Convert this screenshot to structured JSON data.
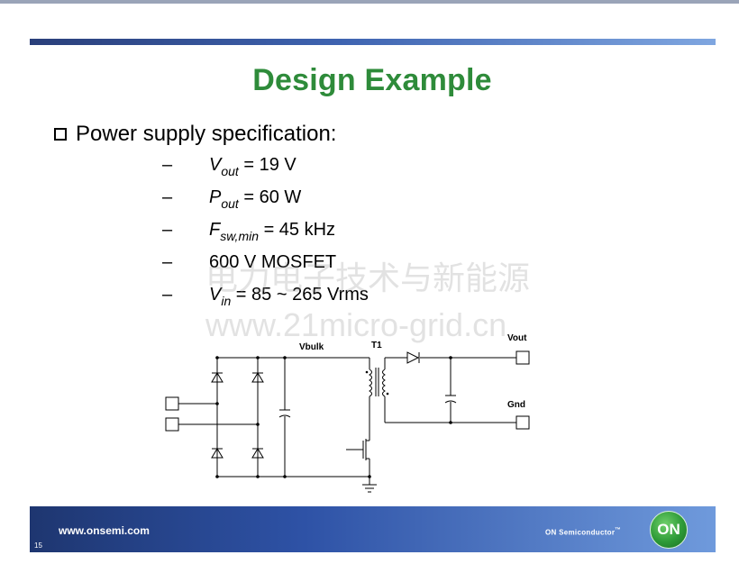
{
  "slide": {
    "title": "Design Example",
    "heading": "Power supply specification:",
    "bullets": [
      {
        "dash": "–",
        "var": "V",
        "sub": "out",
        "rest": " = 19 V"
      },
      {
        "dash": "–",
        "var": "P",
        "sub": "out",
        "rest": " = 60 W"
      },
      {
        "dash": "–",
        "var": "F",
        "sub": "sw,min",
        "rest": " = 45 kHz"
      },
      {
        "dash": "–",
        "var": "",
        "sub": "",
        "rest": "600 V MOSFET"
      },
      {
        "dash": "–",
        "var": "V",
        "sub": "in",
        "rest": " = 85 ~ 265 Vrms"
      }
    ]
  },
  "watermark": {
    "line1": "电力电子技术与新能源",
    "line2": "www.21micro-grid.cn"
  },
  "schematic": {
    "labels": {
      "vbulk": "Vbulk",
      "t1": "T1",
      "vout": "Vout",
      "gnd": "Gnd"
    }
  },
  "footer": {
    "url": "www.onsemi.com",
    "page": "15",
    "brand": "ON Semiconductor",
    "tm": "™",
    "logo": "ON"
  },
  "colors": {
    "title": "#2e8b3a",
    "bar_dark": "#2a3f7a",
    "bar_light": "#7fa6e0",
    "logo_green": "#2d9a37"
  },
  "icons": {
    "bullet": "checkbox-icon",
    "logo": "on-logo-icon"
  }
}
